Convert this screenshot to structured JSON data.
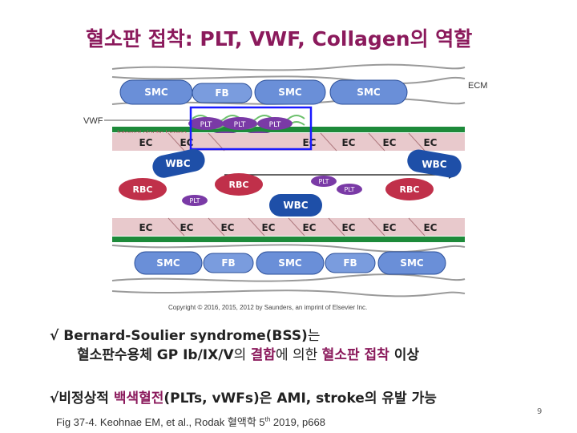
{
  "title": {
    "prefix": "혈소판 접착: ",
    "main": "PLT, VWF, Collagen",
    "suffix": "의 역할"
  },
  "figure": {
    "labels": {
      "ecm": "ECM",
      "vwf": "VWF",
      "internal_elastic_lamina": "Internal elastic lamina",
      "smc": "SMC",
      "fb": "FB",
      "ec": "EC",
      "plt": "PLT",
      "wbc": "WBC",
      "rbc": "RBC"
    },
    "copyright": "Copyright © 2016, 2015, 2012 by Saunders, an imprint of Elsevier Inc.",
    "colors": {
      "cell_fill": "#6a8fd8",
      "plt_fill": "#7a3aa6",
      "rbc_fill": "#c0304a",
      "wbc_fill": "#1e4fa8",
      "ec_fill": "#e8c9cc",
      "lamina": "#1d8a3a",
      "highlight_box": "#1a1aff"
    }
  },
  "bullets": [
    {
      "mark": "√",
      "line1": "Bernard-Soulier syndrome(BSS)",
      "line1_suffix": "는",
      "line2_a": "혈소판수용체 ",
      "line2_b": "GP Ib/IX/V",
      "line2_c": "의 ",
      "line2_d": "결함",
      "line2_e": "에 의한 ",
      "line2_f": "혈소판 접착",
      "line2_g": " 이상"
    },
    {
      "mark": "√",
      "a": "비정상적 ",
      "b": "백색혈전",
      "c": "(PLTs, vWFs)은 AMI, stroke의 유발 가능"
    }
  ],
  "caption": {
    "text_a": "Fig 37-4. Keohnae EM, et al., Rodak 혈액학 5",
    "sup": "th",
    "text_b": " 2019, p668"
  },
  "page_number": "9"
}
